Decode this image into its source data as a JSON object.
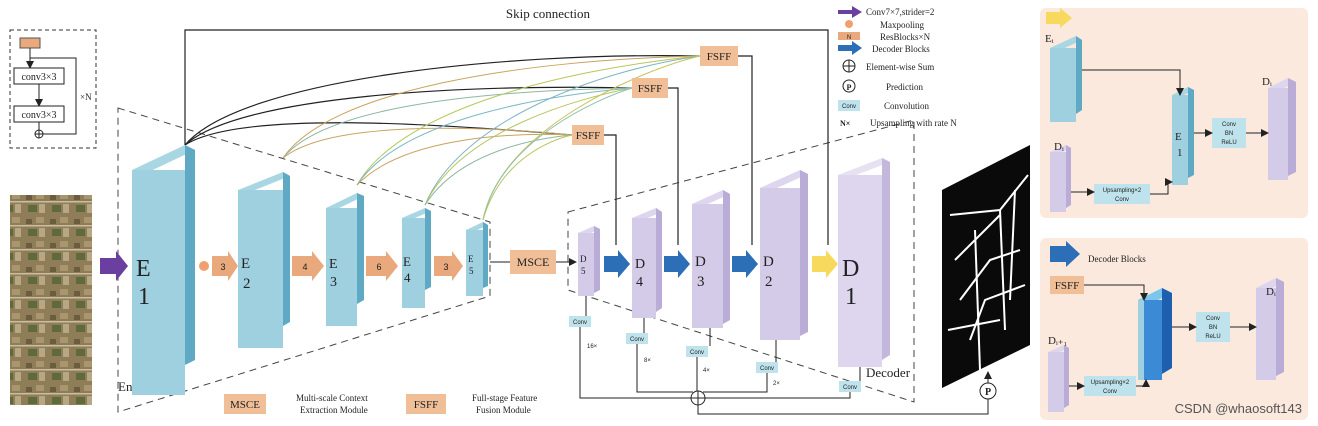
{
  "title": "Skip connection",
  "encoder_label": "Encoder",
  "decoder_label": "Decoder",
  "resblock_box": {
    "top_label": "",
    "conv_a": "conv3×3",
    "conv_b": "conv3×3",
    "repeat": "×N"
  },
  "encoder_blocks": [
    {
      "letter": "E",
      "index": "1"
    },
    {
      "letter": "E",
      "index": "2"
    },
    {
      "letter": "E",
      "index": "3"
    },
    {
      "letter": "E",
      "index": "4"
    },
    {
      "letter": "E",
      "index": "5"
    }
  ],
  "resblock_counts": [
    "3",
    "4",
    "6",
    "3"
  ],
  "msce": "MSCE",
  "fsff": "FSFF",
  "decoder_blocks": [
    {
      "letter": "D",
      "index": "5"
    },
    {
      "letter": "D",
      "index": "4"
    },
    {
      "letter": "D",
      "index": "3"
    },
    {
      "letter": "D",
      "index": "2"
    },
    {
      "letter": "D",
      "index": "1"
    }
  ],
  "conv": "Conv",
  "upsample_rates": [
    "16×",
    "8×",
    "4×",
    "2×"
  ],
  "prediction": "P",
  "legend": {
    "items": [
      "Conv7×7,strider=2",
      "Maxpooling",
      "ResBlocks×N",
      "Decoder Blocks",
      "Element-wise Sum",
      "Prediction",
      "Convolution",
      "Upsampling with rate N"
    ],
    "resblock_badge": "N",
    "conv_badge": "Conv",
    "pred_badge": "P",
    "nx": "N×"
  },
  "bottom_legend": {
    "msce_desc_1": "Multi-scale Context",
    "msce_desc_2": "Extraction Module",
    "fsff_desc_1": "Full-stage Feature",
    "fsff_desc_2": "Fusion Module"
  },
  "panel1": {
    "e_label": "Eᵢ",
    "d_label": "Dᵢ",
    "out_label": "Dᵢ",
    "e_block": "E",
    "e_block_idx": "1",
    "upsampling": "Upsampling×2",
    "conv": "Conv",
    "cbr": [
      "Conv",
      "BN",
      "ReLU"
    ]
  },
  "panel2": {
    "title": "Decoder Blocks",
    "fsff": "FSFF",
    "d_in": "Dᵢ₊₁",
    "out_label": "Dᵢ",
    "upsampling": "Upsampling×2",
    "conv": "Conv",
    "cbr": [
      "Conv",
      "BN",
      "ReLU"
    ]
  },
  "watermark": "CSDN @whaosoft143"
}
